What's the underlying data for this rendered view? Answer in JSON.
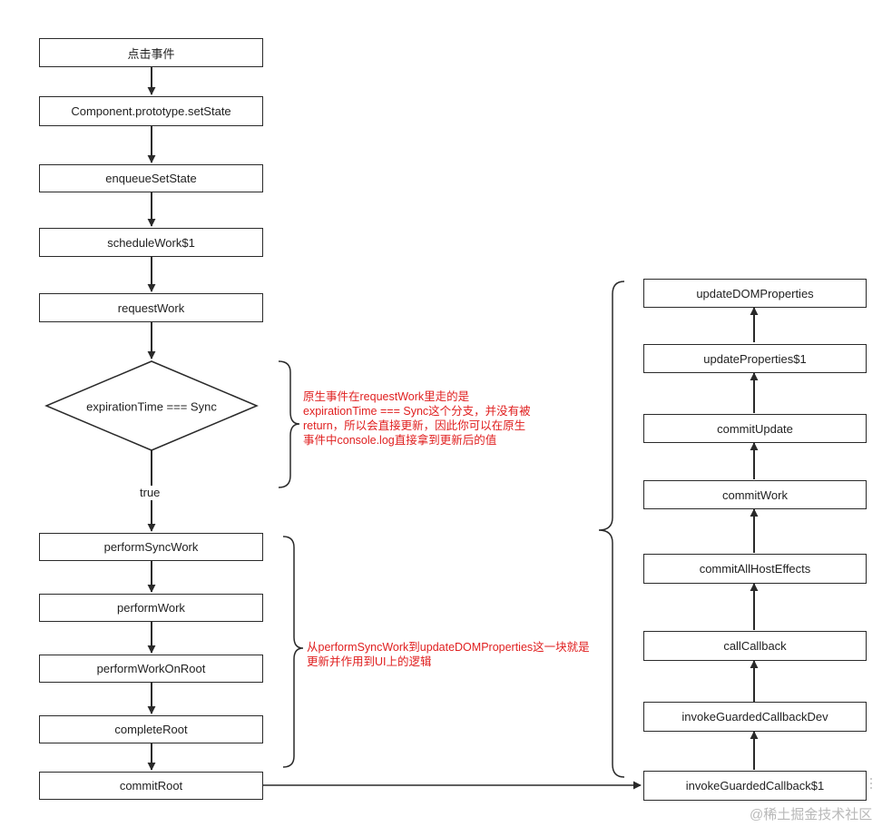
{
  "left_flow": {
    "click_event": "点击事件",
    "set_state": "Component.prototype.setState",
    "enqueue_set_state": "enqueueSetState",
    "schedule_work": "scheduleWork$1",
    "request_work": "requestWork",
    "decision": "expirationTime === Sync",
    "true_label": "true",
    "perform_sync_work": "performSyncWork",
    "perform_work": "performWork",
    "perform_work_on_root": "performWorkOnRoot",
    "complete_root": "completeRoot",
    "commit_root": "commitRoot"
  },
  "right_flow": {
    "update_dom_properties": "updateDOMProperties",
    "update_properties": "updateProperties$1",
    "commit_update": "commitUpdate",
    "commit_work": "commitWork",
    "commit_all_host_effects": "commitAllHostEffects",
    "call_callback": "callCallback",
    "invoke_guarded_callback_dev": "invokeGuardedCallbackDev",
    "invoke_guarded_callback": "invokeGuardedCallback$1"
  },
  "notes": {
    "native_event_note": "原生事件在requestWork里走的是expirationTime === Sync这个分支，并没有被return，所以会直接更新，因此你可以在原生事件中console.log直接拿到更新后的值",
    "update_logic_note": "从performSyncWork到updateDOMProperties这一块就是更新并作用到UI上的逻辑"
  },
  "watermark": "@稀土掘金技术社区",
  "colors": {
    "note": "#e02020",
    "stroke": "#2a2a2a"
  }
}
